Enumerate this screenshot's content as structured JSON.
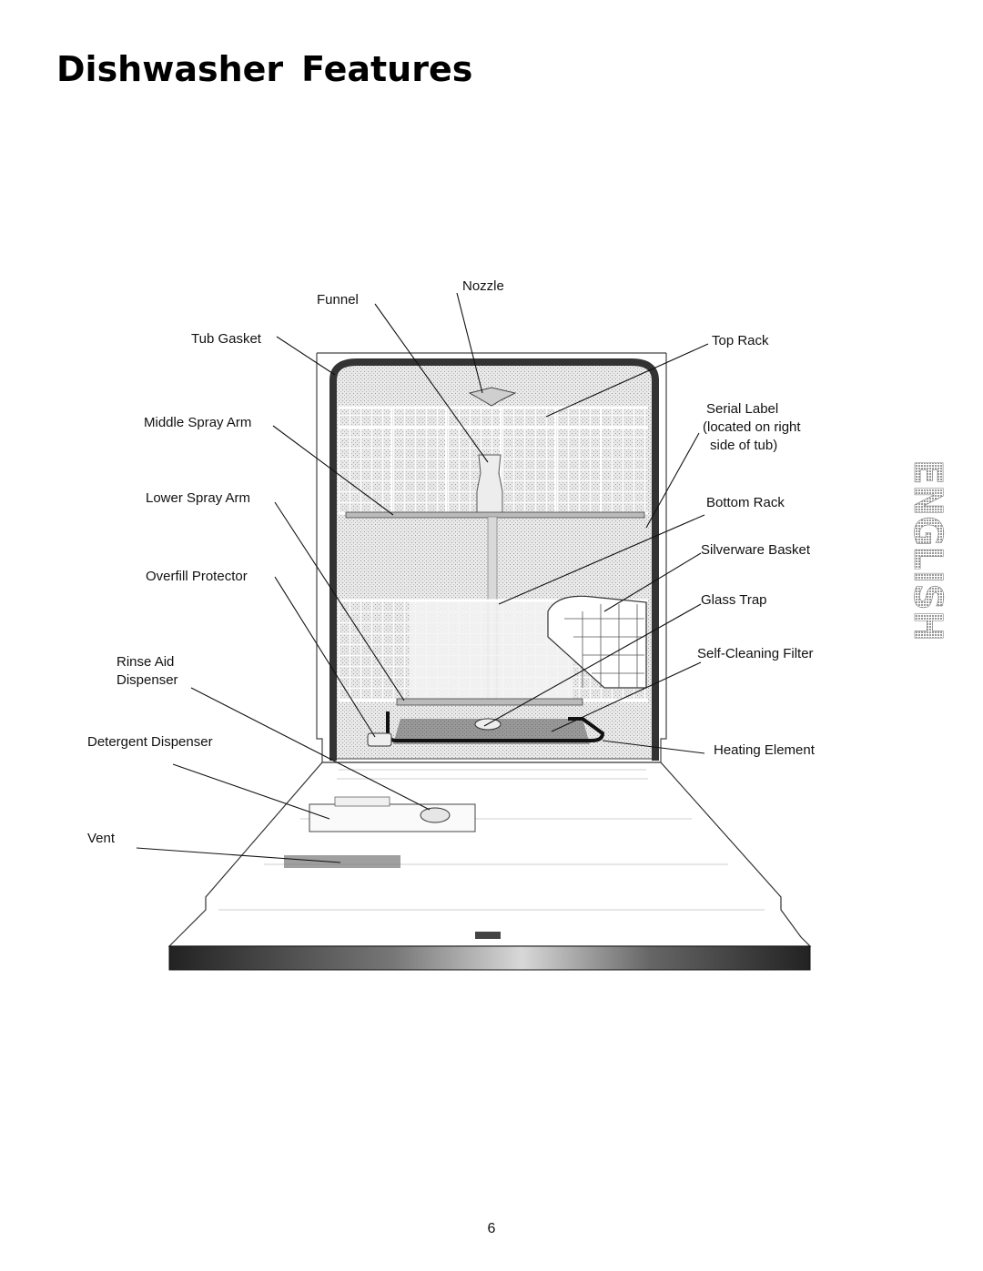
{
  "header": {
    "title_word1": "Dishwasher",
    "title_word2": "Features"
  },
  "side_tab": {
    "text": "ENGLISH"
  },
  "labels": {
    "tub_gasket": "Tub Gasket",
    "funnel": "Funnel",
    "nozzle": "Nozzle",
    "top_rack": "Top Rack",
    "middle_spray_arm": "Middle Spray Arm",
    "serial_label": "Serial Label",
    "serial_note_1": "(located on right",
    "serial_note_2": "side of tub)",
    "lower_spray_arm": "Lower Spray Arm",
    "bottom_rack": "Bottom Rack",
    "overfill_protector": "Overfill Protector",
    "silverware_basket": "Silverware Basket",
    "glass_trap": "Glass Trap",
    "rinse_aid_1": "Rinse Aid",
    "rinse_aid_2": "Dispenser",
    "self_cleaning_filter": "Self-Cleaning Filter",
    "heating_element": "Heating Element",
    "detergent_dispenser": "Detergent Dispenser",
    "vent": "Vent"
  },
  "footer": {
    "page_number": "6"
  }
}
